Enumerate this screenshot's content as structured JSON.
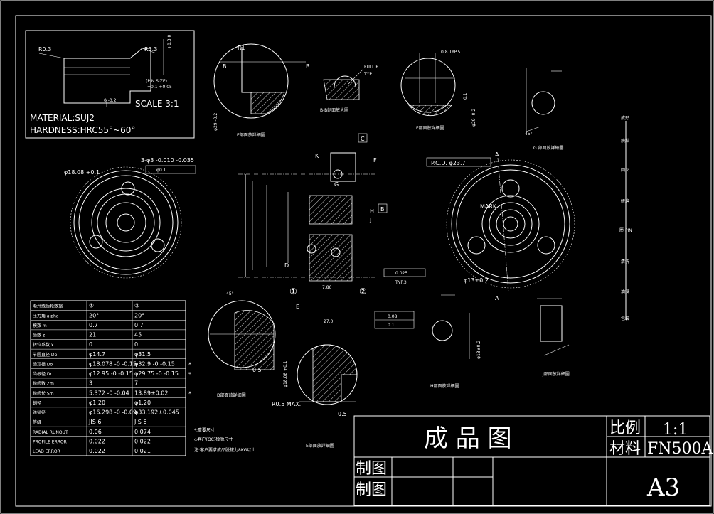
{
  "pin_box": {
    "r_left": "R0.3",
    "r_right": "R0.3",
    "dim_top_right": "+0.3 0",
    "dim_bottom": "0 -0.2",
    "pin_size": "(PIN SIZE)",
    "pin_tol": "+0.1 +0.05",
    "scale": "SCALE  3:1",
    "material": "MATERIAL:SUJ2",
    "hardness": "HARDNESS:HRC55°~60°"
  },
  "detail_labels": {
    "e_detail": "E部面放詳細圖",
    "bb_section": "B-B剖面放大圖",
    "f_detail": "F部面放詳細圖",
    "g_detail": "G 部面放詳細圖",
    "d_detail": "D部面放詳細圖",
    "h_detail": "H部面放詳細圖",
    "j_detail": "J部面放詳細圖",
    "e2_detail": "E部面放詳細圖"
  },
  "annotations": {
    "r1": "R1",
    "b": "B",
    "full_r": "FULL R",
    "typ": "TYP.",
    "typ3": "TYP.3",
    "dim_08typ5": "0.8 TYP.5",
    "dim_01": "0.1",
    "dim_029": "φ29 -0.2",
    "angle_45": "45°",
    "pcd": "P.C.D. φ23.7",
    "dim_1808": "φ18.08 +0.1",
    "holes": "3-φ3 -0.010 -0.035",
    "pos_tol": "φ0.1",
    "mark": "MARK",
    "phi13": "φ13±0.2",
    "ro5max": "R0.5 MAX.",
    "dim_05": "0.5",
    "dim_025": "0.025",
    "dim_786": "7.86",
    "dim_270": "27.0",
    "tol_008": "0.08",
    "tol_01": "0.1",
    "circ1": "①",
    "circ2": "②",
    "letter_a": "A",
    "letter_c": "C",
    "letter_d": "D",
    "letter_e": "E",
    "letter_f": "F",
    "letter_g": "G",
    "letter_h": "H",
    "letter_j": "J",
    "letter_k": "K"
  },
  "process_flow": [
    "成形",
    "燒結",
    "回火",
    "研磨",
    "壓 PIN",
    "清洗",
    "油浸",
    "包裝"
  ],
  "gear_table": {
    "headers": [
      "渐开线齿轮数据",
      "①",
      "②"
    ],
    "rows": [
      [
        "压力角   alpha",
        "20°",
        "20°",
        ""
      ],
      [
        "模数      m",
        "0.7",
        "0.7",
        ""
      ],
      [
        "齿数      z",
        "21",
        "45",
        ""
      ],
      [
        "转位系数   x",
        "0",
        "0",
        ""
      ],
      [
        "节圆直径   Dp",
        "φ14.7",
        "φ31.5",
        ""
      ],
      [
        "齿顶径     Do",
        "φ18.078 -0 -0.15",
        "φ32.9 -0 -0.15",
        "*"
      ],
      [
        "齿根径     Dr",
        "φ12.95 -0 -0.15",
        "φ29.75 -0 -0.15",
        "*"
      ],
      [
        "跨齿数     Zm",
        "3",
        "7",
        ""
      ],
      [
        "跨齿长     Sm",
        "5.372 -0 -0.04",
        "13.89±0.02",
        "*"
      ],
      [
        "销径",
        "φ1.20",
        "φ1.20",
        ""
      ],
      [
        "跨销径",
        "φ16.298 -0 -0.09",
        "φ33.192±0.045",
        ""
      ],
      [
        "等级",
        "JIS 6",
        "JIS 6",
        ""
      ],
      [
        "RADIAL RUNOUT",
        "0.06",
        "0.074",
        ""
      ],
      [
        "PROFILE ERROR",
        "0.022",
        "0.022",
        ""
      ],
      [
        "LEAD ERROR",
        "0.022",
        "0.021",
        ""
      ]
    ]
  },
  "notes": [
    "*:重要尺寸",
    "◇客户(QC)检验尺寸",
    "注:客户要求成品脱拔力8KG以上"
  ],
  "title_block": {
    "title": "成 品 图",
    "scale_label": "比例",
    "scale_value": "1:1",
    "material_label": "材料",
    "material_value": "FN500A",
    "draw_label_1": "制图",
    "draw_label_2": "制图",
    "size": "A3"
  }
}
